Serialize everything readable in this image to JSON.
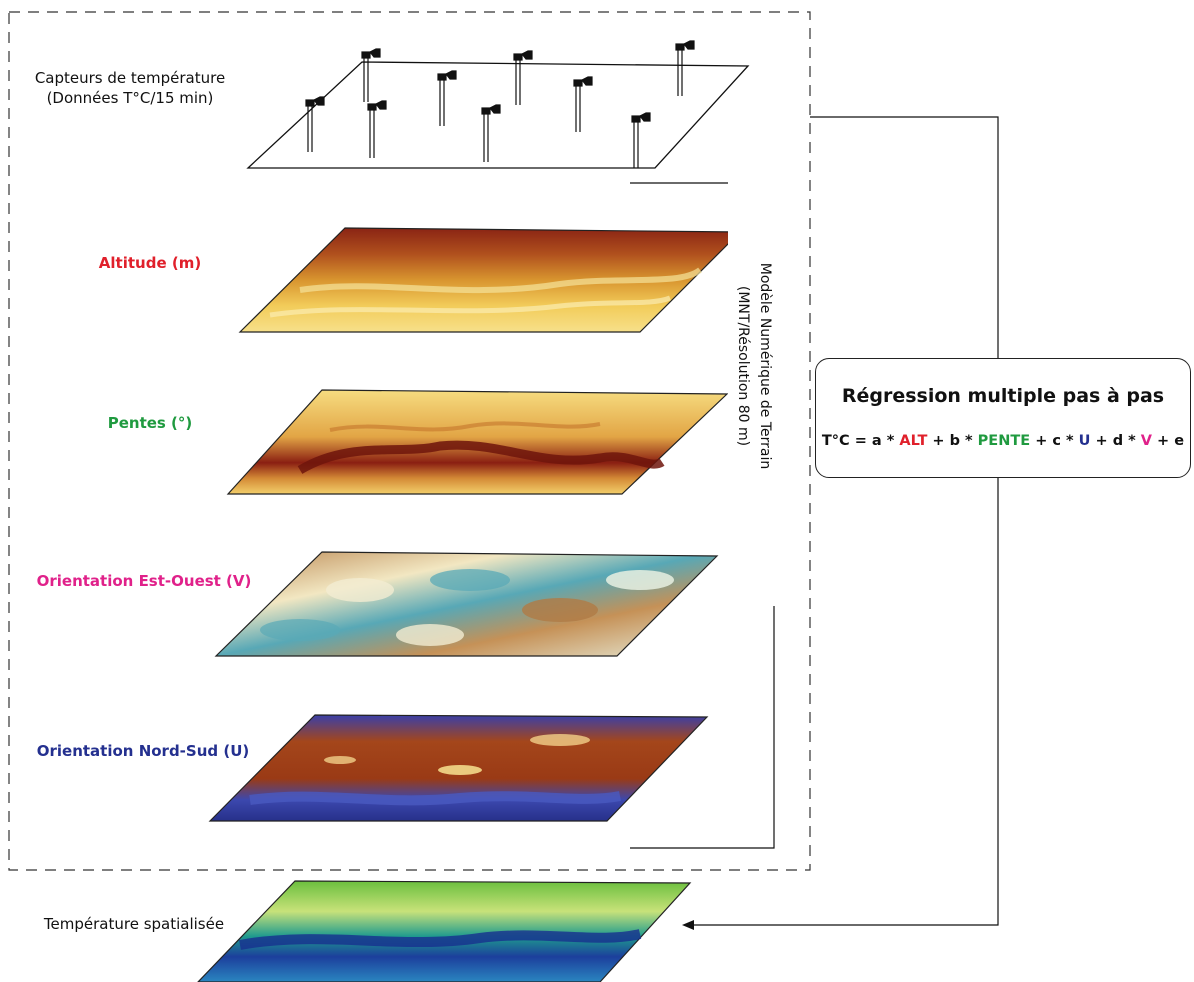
{
  "labels": {
    "sensors_line1": "Capteurs de température",
    "sensors_line2": "(Données T°C/15 min)",
    "altitude": "Altitude (m)",
    "pentes": "Pentes (°)",
    "orientation_ew": "Orientation Est-Ouest (V)",
    "orientation_ns": "Orientation Nord-Sud (U)",
    "temperature": "Température spatialisée"
  },
  "mnt": {
    "line1": "Modèle Numérique de Terrain",
    "line2": "(MNT/Résolution 80 m)"
  },
  "regression": {
    "title": "Régression multiple pas à pas",
    "equation": [
      {
        "text": "T°C = a * ",
        "color": "#111111"
      },
      {
        "text": "ALT",
        "color": "#e0202b"
      },
      {
        "text": " + b * ",
        "color": "#111111"
      },
      {
        "text": "PENTE",
        "color": "#1f9a3f"
      },
      {
        "text": " + c * ",
        "color": "#111111"
      },
      {
        "text": "U",
        "color": "#24308f"
      },
      {
        "text": " + d * ",
        "color": "#111111"
      },
      {
        "text": "V",
        "color": "#e0218a"
      },
      {
        "text": " + e",
        "color": "#111111"
      }
    ]
  },
  "colors": {
    "altitude": "#e0202b",
    "pentes": "#1f9a3f",
    "orientation_ew": "#e0218a",
    "orientation_ns": "#24308f"
  }
}
